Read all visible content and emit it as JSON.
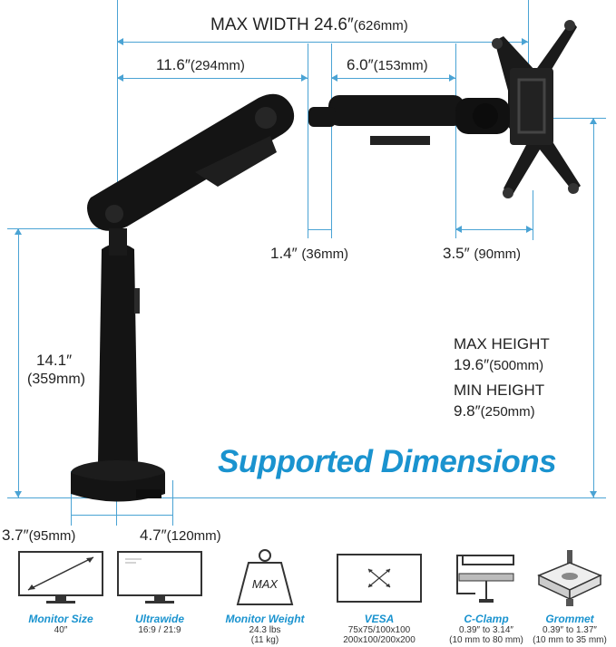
{
  "dimensions": {
    "max_width": {
      "label": "MAX WIDTH 24.6″",
      "mm": "(626mm)"
    },
    "arm1": {
      "label": "11.6″",
      "mm": "(294mm)"
    },
    "arm2": {
      "label": "6.0″",
      "mm": "(153mm)"
    },
    "offset": {
      "label": "1.4″",
      "mm": "(36mm)"
    },
    "vesa_offset": {
      "label": "3.5″",
      "mm": "(90mm)"
    },
    "pole_height": {
      "label": "14.1″",
      "mm": "(359mm)"
    },
    "base_left": {
      "label": "3.7″",
      "mm": "(95mm)"
    },
    "base_right": {
      "label": "4.7″",
      "mm": "(120mm)"
    }
  },
  "heights": {
    "max_label": "MAX HEIGHT",
    "max_value": "19.6″",
    "max_mm": "(500mm)",
    "min_label": "MIN HEIGHT",
    "min_value": "9.8″",
    "min_mm": "(250mm)"
  },
  "headline": "Supported Dimensions",
  "features": [
    {
      "icon": "monitor-size-icon",
      "label": "Monitor Size",
      "value": "40″",
      "value2": ""
    },
    {
      "icon": "ultrawide-icon",
      "label": "Ultrawide",
      "value": "16:9 / 21:9",
      "value2": ""
    },
    {
      "icon": "weight-icon",
      "label": "Monitor Weight",
      "value": "24.3 lbs",
      "value2": "(11 kg)",
      "badge": "MAX"
    },
    {
      "icon": "vesa-icon",
      "label": "VESA",
      "value": "75x75/100x100",
      "value2": "200x100/200x200"
    },
    {
      "icon": "c-clamp-icon",
      "label": "C-Clamp",
      "value": "0.39″ to 3.14″",
      "value2": "(10 mm to 80 mm)"
    },
    {
      "icon": "grommet-icon",
      "label": "Grommet",
      "value": "0.39″ to 1.37″",
      "value2": "(10 mm to 35 mm)"
    }
  ],
  "colors": {
    "accent": "#1a93cf",
    "line": "#4aa3d4",
    "product": "#111111"
  }
}
